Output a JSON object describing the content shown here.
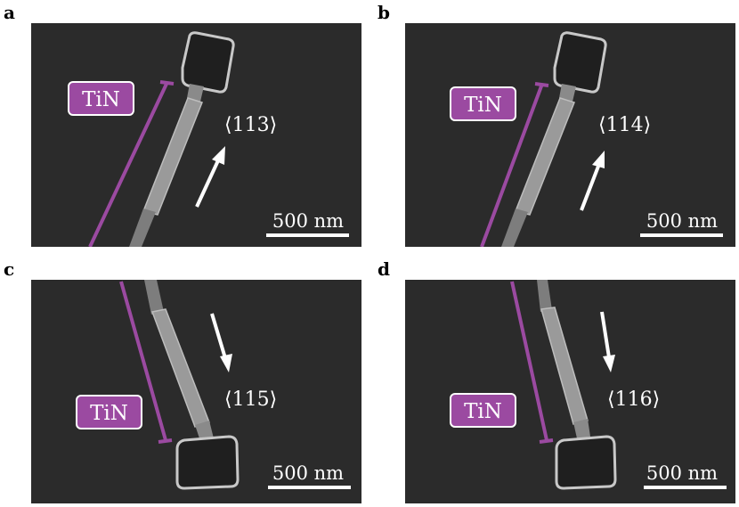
{
  "panels": [
    {
      "letter": "a",
      "material": "TiN",
      "direction": "⟨113⟩",
      "scale_bar": "500 nm"
    },
    {
      "letter": "b",
      "material": "TiN",
      "direction": "⟨114⟩",
      "scale_bar": "500 nm"
    },
    {
      "letter": "c",
      "material": "TiN",
      "direction": "⟨115⟩",
      "scale_bar": "500 nm"
    },
    {
      "letter": "d",
      "material": "TiN",
      "direction": "⟨116⟩",
      "scale_bar": "500 nm"
    }
  ],
  "colors": {
    "background": "#2b2b2b",
    "material_tag": "#9b4aa1",
    "annotation": "#ffffff"
  }
}
